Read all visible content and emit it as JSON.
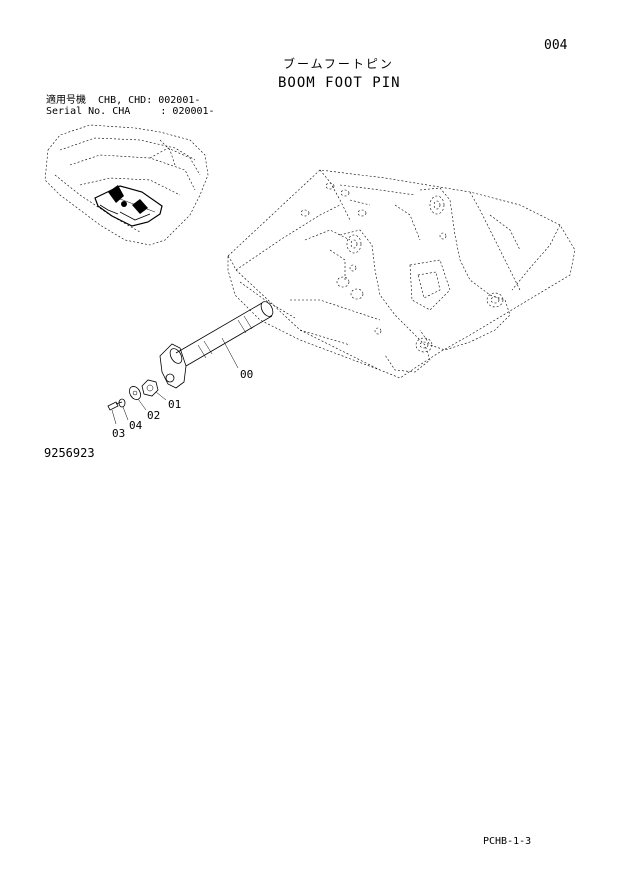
{
  "page_number": "004",
  "title_jp": "ブームフートピン",
  "title_en": "BOOM FOOT PIN",
  "serial_line_1": "適用号機  CHB, CHD: 002001-",
  "serial_line_2": "Serial No. CHA     : 020001-",
  "drawing_number": "9256923",
  "sheet_code": "PCHB-1-3",
  "callouts": [
    "00",
    "01",
    "02",
    "03",
    "04"
  ]
}
